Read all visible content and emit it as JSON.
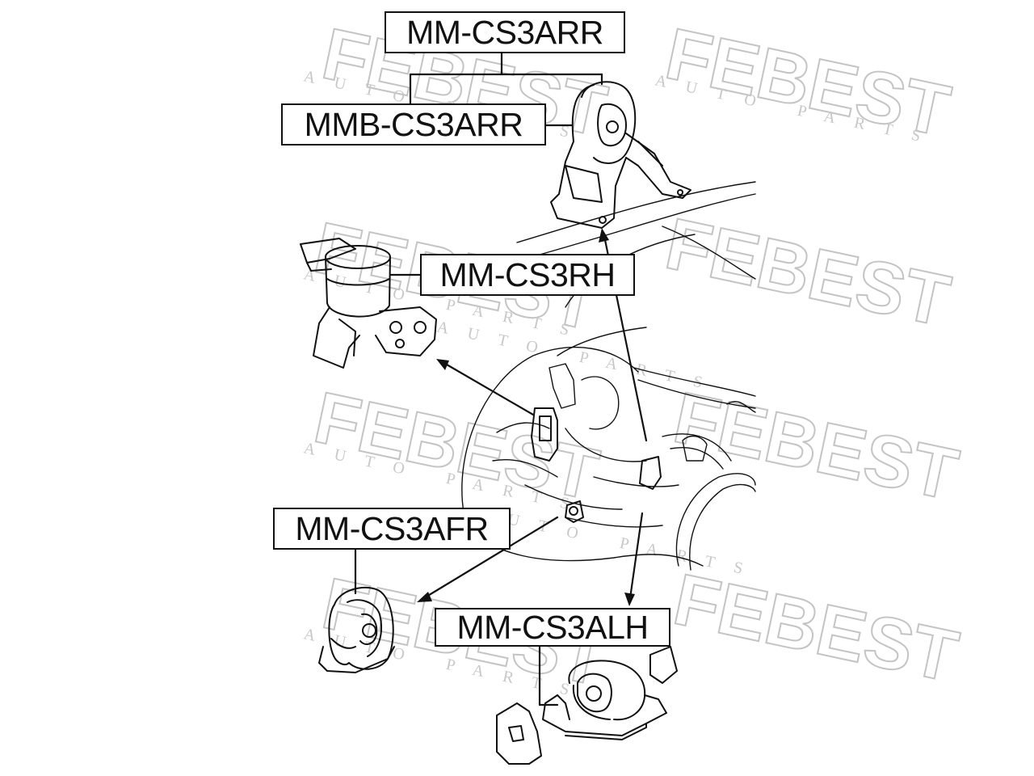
{
  "watermark": {
    "brand": "FEBEST",
    "sub": "AUTO PARTS",
    "color": "#d4d4d4"
  },
  "labels": {
    "mm_cs3arr": "MM-CS3ARR",
    "mmb_cs3arr": "MMB-CS3ARR",
    "mm_cs3rh": "MM-CS3RH",
    "mm_cs3afr": "MM-CS3AFR",
    "mm_cs3alh": "MM-CS3ALH"
  },
  "colors": {
    "line": "#111111",
    "background": "#ffffff"
  }
}
